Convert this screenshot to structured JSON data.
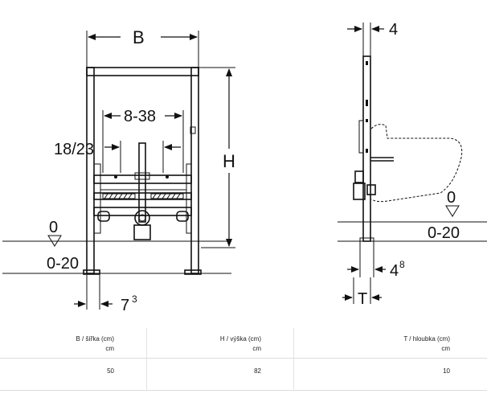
{
  "front_view": {
    "label_width": "B",
    "label_adjust": "8-38",
    "label_pipe": "18/23",
    "label_height": "H",
    "label_zero": "0",
    "label_floor": "0-20",
    "label_foot": "7",
    "label_foot_sup": "3"
  },
  "side_view": {
    "label_top": "4",
    "label_zero": "0",
    "label_floor": "0-20",
    "label_bottom": "4",
    "label_bottom_sup": "8",
    "label_depth": "T"
  },
  "table": {
    "headers": [
      {
        "name": "B / šířka (cm)",
        "unit": "cm"
      },
      {
        "name": "H / výška (cm)",
        "unit": "cm"
      },
      {
        "name": "T / hloubka (cm)",
        "unit": "cm"
      }
    ],
    "values": [
      "50",
      "82",
      "10"
    ]
  }
}
